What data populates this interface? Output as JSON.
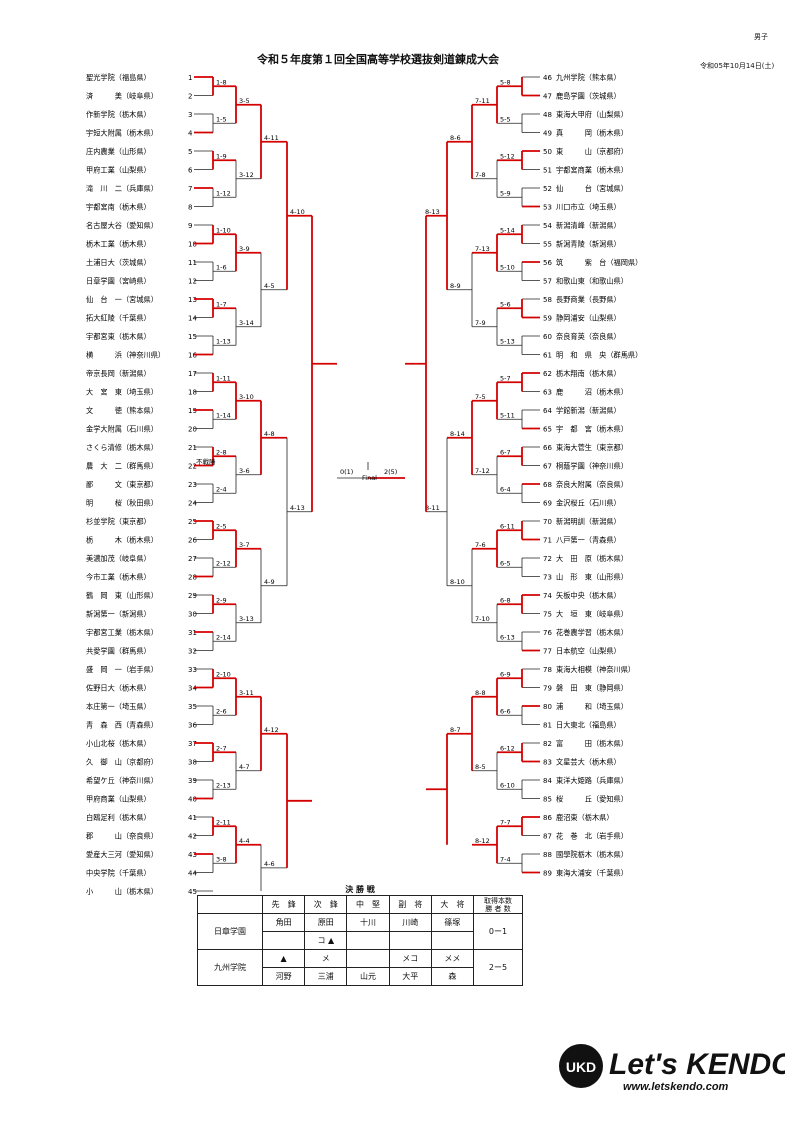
{
  "header": {
    "title": "令和５年度第１回全国高等学校選抜剣道錬成大会",
    "category": "男子",
    "date": "令和05年10月14日(土)"
  },
  "left_teams": [
    "聖光学院（福島県）",
    "済　　　美（岐阜県）",
    "作新学院（栃木県）",
    "宇短大附属（栃木県）",
    "庄内農業（山形県）",
    "甲府工業（山梨県）",
    "滝　川　二（兵庫県）",
    "宇都宮南（栃木県）",
    "名古屋大谷（愛知県）",
    "栃木工業（栃木県）",
    "土浦日大（茨城県）",
    "日章学園（宮崎県）",
    "仙　台　一（宮城県）",
    "拓大紅陵（千葉県）",
    "宇都宮東（栃木県）",
    "横　　　浜（神奈川県）",
    "帝京長岡（新潟県）",
    "大　宮　東（埼玉県）",
    "文　　　徳（熊本県）",
    "金学大附属（石川県）",
    "さくら清修（栃木県）",
    "農　大　二（群馬県）",
    "鄙　　　文（東京都）",
    "明　　　桜（秋田県）",
    "杉並学院（東京都）",
    "栃　　　木（栃木県）",
    "美濃加茂（岐阜県）",
    "今市工業（栃木県）",
    "鶴　岡　東（山形県）",
    "新潟第一（新潟県）",
    "宇都宮工業（栃木県）",
    "共愛学園（群馬県）",
    "盛　岡　一（岩手県）",
    "佐野日大（栃木県）",
    "本庄第一（埼玉県）",
    "青　森　西（青森県）",
    "小山北桜（栃木県）",
    "久　御　山（京都府）",
    "希望ケ丘（神奈川県）",
    "甲府商業（山梨県）",
    "白鴎足利（栃木県）",
    "郡　　　山（奈良県）",
    "愛産大三河（愛知県）",
    "中央学院（千葉県）",
    "小　　　山（栃木県）"
  ],
  "right_teams": [
    "九州学院（熊本県）",
    "鹿島学園（茨城県）",
    "東海大甲府（山梨県）",
    "真　　　岡（栃木県）",
    "東　　　山（京都府）",
    "宇都宮商業（栃木県）",
    "仙　　　台（宮城県）",
    "川口市立（埼玉県）",
    "新潟清峰（新潟県）",
    "新潟青陵（新潟県）",
    "筑　　　紫　台（福岡県）",
    "和歌山東（和歌山県）",
    "長野商業（長野県）",
    "静岡浦安（山梨県）",
    "奈良育英（奈良県）",
    "明　和　県　央（群馬県）",
    "栃木翔南（栃木県）",
    "鹿　　　沼（栃木県）",
    "学館新潟（新潟県）",
    "宇　都　宮（栃木県）",
    "東海大菅生（東京都）",
    "桐蔭学園（神奈川県）",
    "奈良大附属（奈良県）",
    "金沢桜丘（石川県）",
    "新潟明訓（新潟県）",
    "八戸第一（青森県）",
    "大　田　原（栃木県）",
    "山　形　東（山形県）",
    "矢板中央（栃木県）",
    "大　垣　東（岐阜県）",
    "花巻農学習（栃木県）",
    "日本航空（山梨県）",
    "東海大相模（神奈川県）",
    "磐　田　東（静岡県）",
    "浦　　　和（埼玉県）",
    "日大東北（福島県）",
    "富　　　田（栃木県）",
    "文星芸大（栃木県）",
    "東洋大姫路（兵庫県）",
    "桜　　　丘（愛知県）",
    "鹿沼東（栃木県）",
    "花　巻　北（岩手県）",
    "國學院栃木（栃木県）",
    "東海大浦安（千葉県）"
  ],
  "right_numbers": [
    "46",
    "47",
    "48",
    "49",
    "50",
    "51",
    "52",
    "53",
    "54",
    "55",
    "56",
    "57",
    "58",
    "59",
    "60",
    "61",
    "62",
    "63",
    "64",
    "65",
    "66",
    "67",
    "68",
    "69",
    "70",
    "71",
    "72",
    "73",
    "74",
    "75",
    "76",
    "77",
    "78",
    "79",
    "80",
    "81",
    "82",
    "83",
    "84",
    "85",
    "86",
    "87",
    "88",
    "89"
  ],
  "left_matches": [
    "1-8",
    "1-5",
    "1-9",
    "1-12",
    "1-10",
    "1-6",
    "1-7",
    "1-13",
    "1-11",
    "1-14",
    "2-8",
    "2-4",
    "2-5",
    "2-12",
    "2-9",
    "2-14",
    "2-10",
    "2-6",
    "2-7",
    "2-13",
    "2-11",
    "3-8",
    "3-5",
    "3-12",
    "3-9",
    "3-14",
    "3-10",
    "3-6",
    "3-7",
    "3-13",
    "3-11",
    "4-7",
    "4-4",
    "4-11",
    "4-5",
    "4-8",
    "4-9",
    "4-12",
    "4-6",
    "4-10",
    "4-13"
  ],
  "right_matches": [
    "5-8",
    "5-5",
    "5-12",
    "5-9",
    "5-14",
    "5-10",
    "5-6",
    "5-13",
    "5-7",
    "5-11",
    "6-7",
    "6-4",
    "6-11",
    "6-5",
    "6-8",
    "6-13",
    "6-9",
    "6-6",
    "6-12",
    "6-10",
    "7-7",
    "7-4",
    "7-11",
    "7-8",
    "7-13",
    "7-9",
    "7-5",
    "7-12",
    "7-6",
    "7-10",
    "8-8",
    "8-5",
    "8-12",
    "8-6",
    "8-9",
    "8-14",
    "8-10",
    "8-7",
    "8-13",
    "8-11"
  ],
  "final_label": "Final",
  "final_scores": {
    "left": "0(1)",
    "right": "2(5)"
  },
  "walkover": "不戦勝",
  "final_table": {
    "caption": "決 勝 戦",
    "headers": [
      "先　鋒",
      "次　鋒",
      "中　堅",
      "副　将",
      "大　将",
      "取得本数\n勝 者 数"
    ],
    "team1": {
      "name": "日章学園",
      "players": [
        "角田",
        "原田",
        "十川",
        "川崎",
        "篠塚"
      ],
      "points": [
        "",
        "コ ▲",
        "",
        "",
        ""
      ],
      "result": "0ー1"
    },
    "team2": {
      "name": "九州学院",
      "players": [
        "河野",
        "三浦",
        "山元",
        "大平",
        "森"
      ],
      "points": [
        "▲",
        "メ",
        "",
        "メコ",
        "メメ"
      ],
      "result": "2ー5"
    }
  },
  "logo": {
    "mark": "UKD",
    "text": "Let's KENDO!",
    "url": "www.letskendo.com"
  },
  "colors": {
    "winner": "#d40000",
    "line": "#222222"
  }
}
